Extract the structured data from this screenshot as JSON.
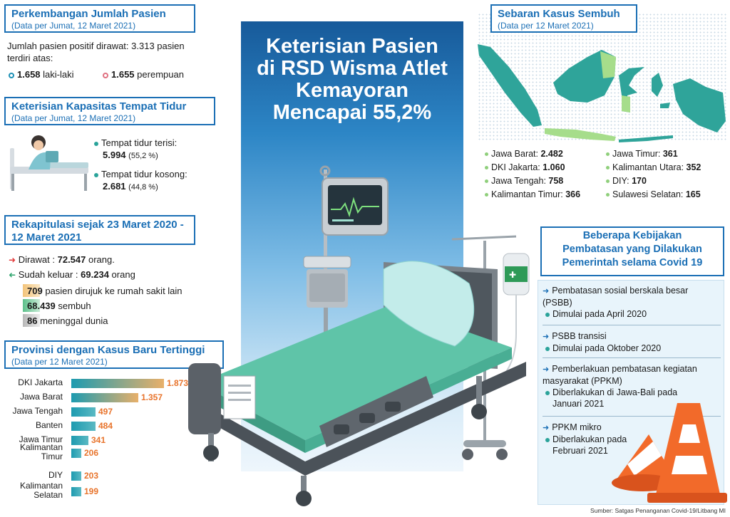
{
  "colors": {
    "accent": "#1b6fb5",
    "teal": "#2aa39a",
    "orange_value": "#e8742c",
    "central_panel_top": "#1a5e9e",
    "central_panel_bottom": "#e4f1fb"
  },
  "patients": {
    "title": "Perkembangan Jumlah Pasien",
    "subtitle": "(Data per Jumat, 12 Maret 2021)",
    "intro_line1": "Jumlah pasien positif dirawat: 3.313 pasien",
    "intro_line2": "terdiri atas:",
    "male_value": "1.658",
    "male_label": "laki-laki",
    "female_value": "1.655",
    "female_label": "perempuan"
  },
  "beds": {
    "title": "Keterisian Kapasitas Tempat Tidur",
    "subtitle": "(Data per Jumat, 12 Maret 2021)",
    "filled_label": "Tempat tidur terisi:",
    "filled_value": "5.994",
    "filled_pct": "(55,2 %)",
    "empty_label": "Tempat tidur kosong:",
    "empty_value": "2.681",
    "empty_pct": "(44,8 %)"
  },
  "recap": {
    "title_line1": "Rekapitulasi sejak 23 Maret 2020 -",
    "title_line2": "12 Maret 2021",
    "treated_label": "Dirawat :",
    "treated_value": "72.547",
    "treated_unit": "orang.",
    "out_label": "Sudah keluar :",
    "out_value": "69.234",
    "out_unit": "orang",
    "referred_value": "709",
    "referred_label": "pasien dirujuk ke rumah sakit lain",
    "recovered_value": "68.439",
    "recovered_label": "sembuh",
    "died_value": "86",
    "died_label": "meninggal dunia"
  },
  "provinces": {
    "title": "Provinsi dengan Kasus Baru Tertinggi",
    "subtitle": "(Data per 12 Maret 2021)"
  },
  "chart_data": {
    "type": "bar",
    "orientation": "horizontal",
    "categories": [
      "DKI Jakarta",
      "Jawa Barat",
      "Jawa Tengah",
      "Banten",
      "Jawa Timur",
      "Kalimantan Timur",
      "DIY",
      "Kalimantan Selatan"
    ],
    "category_lines": [
      [
        "DKI Jakarta"
      ],
      [
        "Jawa Barat"
      ],
      [
        "Jawa Tengah"
      ],
      [
        "Banten"
      ],
      [
        "Jawa Timur"
      ],
      [
        "Kalimantan",
        "Timur"
      ],
      [
        "DIY"
      ],
      [
        "Kalimantan",
        "Selatan"
      ]
    ],
    "values": [
      1873,
      1357,
      497,
      484,
      341,
      206,
      203,
      199
    ],
    "value_labels": [
      "1.873",
      "1.357",
      "497",
      "484",
      "341",
      "206",
      "203",
      "199"
    ]
  },
  "headline": {
    "line1": "Keterisian Pasien",
    "line2": "di RSD Wisma Atlet",
    "line3": "Kemayoran",
    "line4": "Mencapai  55,2%"
  },
  "recovered_map": {
    "title": "Sebaran Kasus Sembuh",
    "subtitle": "(Data per 12 Maret 2021)",
    "left": [
      {
        "name": "Jawa Barat:",
        "value": "2.482"
      },
      {
        "name": "DKI Jakarta:",
        "value": "1.060"
      },
      {
        "name": "Jawa Tengah:",
        "value": "758"
      },
      {
        "name": "Kalimantan Timur:",
        "value": "366"
      }
    ],
    "right": [
      {
        "name": "Jawa Timur:",
        "value": "361"
      },
      {
        "name": "Kalimantan Utara:",
        "value": "352"
      },
      {
        "name": "DIY:",
        "value": "170"
      },
      {
        "name": "Sulawesi Selatan:",
        "value": "165"
      }
    ]
  },
  "policy": {
    "title_line1": "Beberapa Kebijakan",
    "title_line2": "Pembatasan yang Dilakukan",
    "title_line3": "Pemerintah selama Covid 19",
    "psbb_line1": "Pembatasan sosial berskala besar",
    "psbb_line2": "(PSBB)",
    "psbb_start": "Dimulai pada April 2020",
    "transisi": "PSBB transisi",
    "transisi_start": "Dimulai pada Oktober 2020",
    "ppkm_line1": "Pemberlakuan pembatasan kegiatan",
    "ppkm_line2": "masyarakat (PPKM)",
    "ppkm_detail_line1": "Diberlakukan di Jawa-Bali pada",
    "ppkm_detail_line2": "Januari 2021",
    "mikro": "PPKM mikro",
    "mikro_detail_line1": "Diberlakukan pada",
    "mikro_detail_line2": "Februari 2021"
  },
  "source": "Sumber: Satgas Penanganan Covid-19/Litbang MI"
}
